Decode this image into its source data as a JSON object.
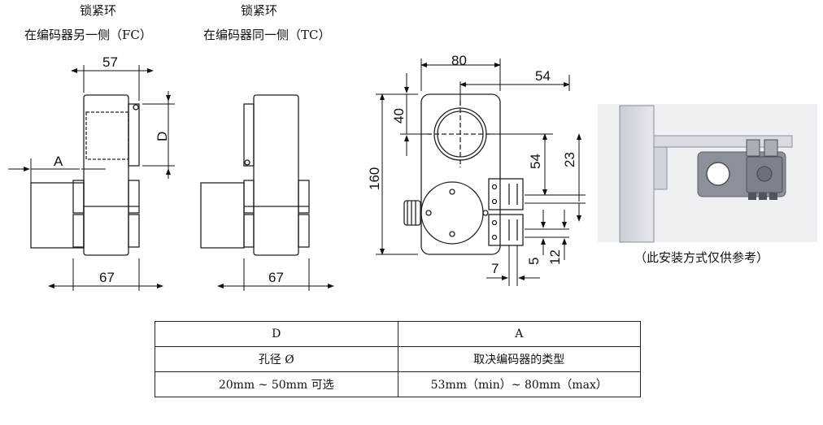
{
  "captions": {
    "fc_title": "锁紧环",
    "fc_sub": "在编码器另一侧（FC）",
    "tc_title": "锁紧环",
    "tc_sub": "在编码器同一侧（TC）",
    "photo_note": "（此安装方式仅供参考）"
  },
  "dimensions": {
    "fc_top_width": "57",
    "fc_bore": "D",
    "fc_shaft": "A",
    "fc_bottom_width": "67",
    "tc_bottom_width": "67",
    "front_width": "80",
    "front_offset": "54",
    "front_hole_v": "40",
    "front_height": "160",
    "front_bracket_v1": "54",
    "front_bracket_v2": "23",
    "front_bracket_h": "7",
    "front_small_v1": "5",
    "front_small_v2": "12"
  },
  "table": {
    "headers": [
      "D",
      "A"
    ],
    "rows": [
      [
        "孔径 Ø",
        "取决编码器的类型"
      ],
      [
        "20mm ~ 50mm  可选",
        "53mm（min）~ 80mm（max）"
      ]
    ]
  }
}
